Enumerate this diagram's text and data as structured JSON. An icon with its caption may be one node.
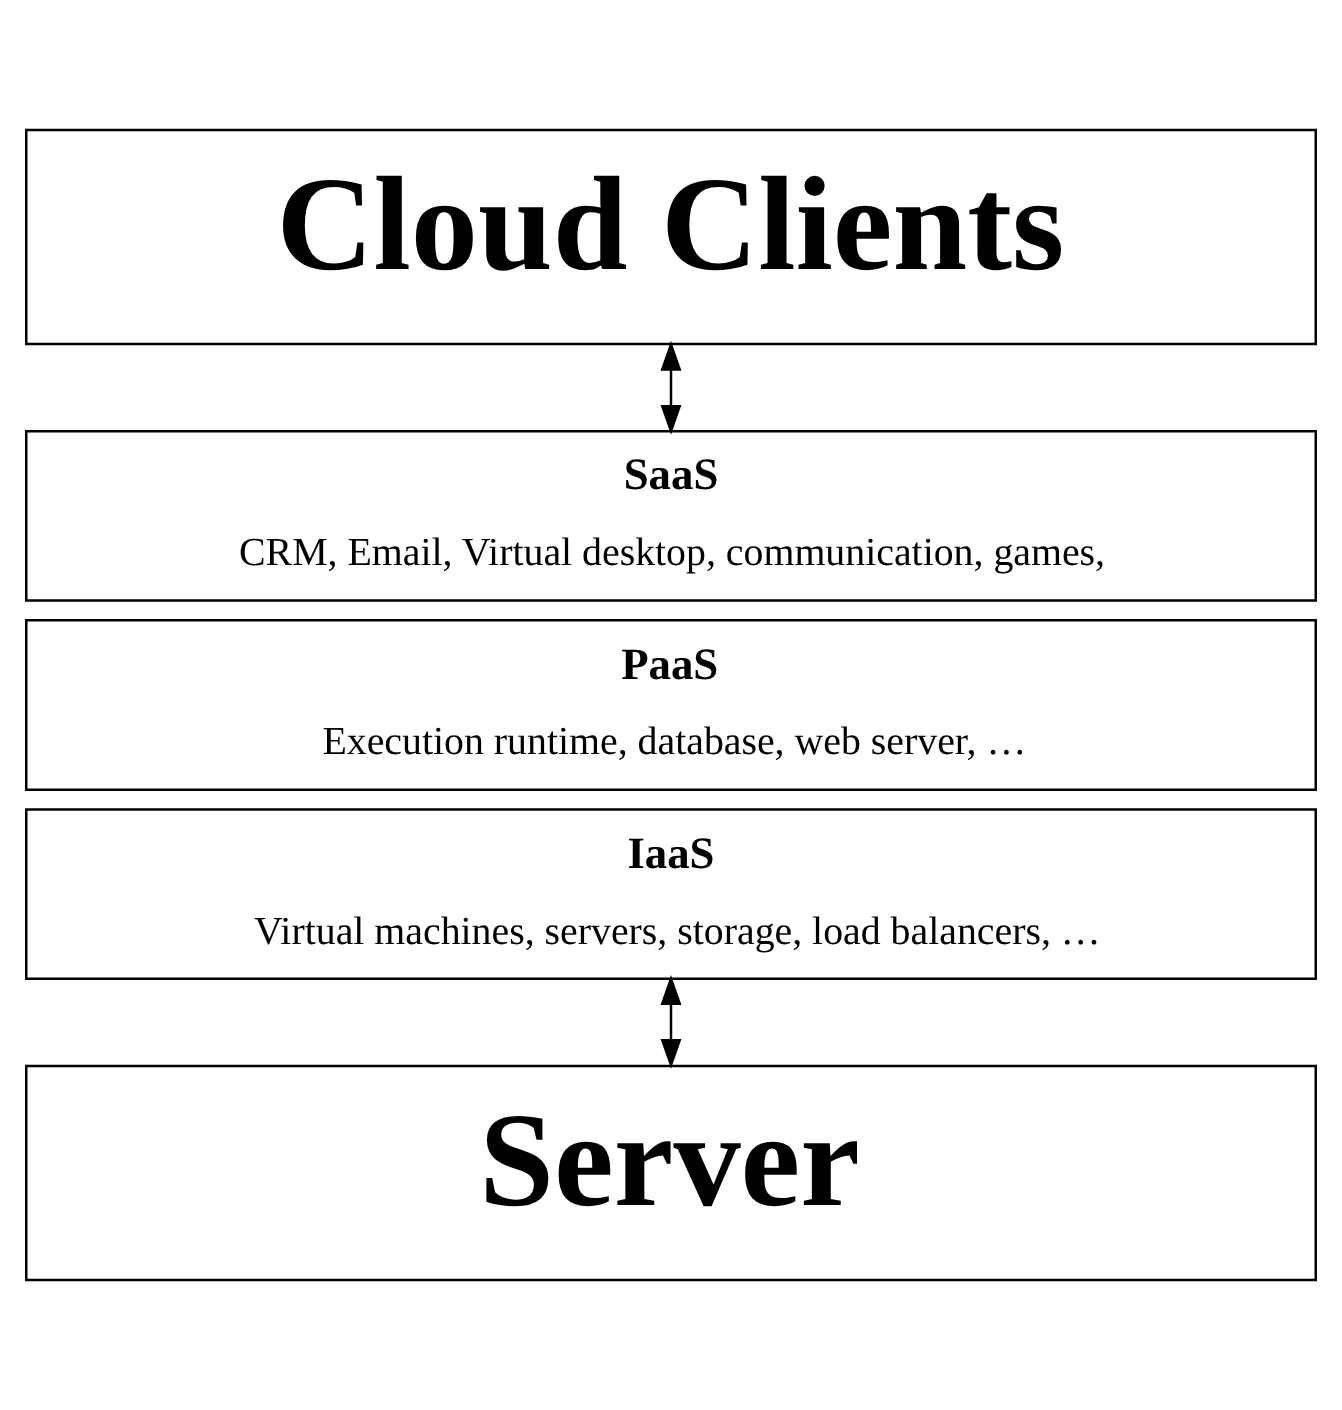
{
  "diagram": {
    "nodes": [
      {
        "text": [
          "Cloud Clients"
        ]
      },
      {
        "text": [
          "SaaS",
          "CRM, Email, Virtual desktop, communication, games,"
        ]
      },
      {
        "text": [
          "PaaS",
          "Execution runtime, database, web server, …"
        ]
      },
      {
        "text": [
          "IaaS",
          "Virtual machines, servers, storage, load balancers, …"
        ]
      },
      {
        "text": [
          "Server"
        ]
      }
    ],
    "edges": [
      {
        "from": 0,
        "to": 1,
        "arrow": "both"
      },
      {
        "from": 3,
        "to": 4,
        "arrow": "both"
      }
    ]
  }
}
